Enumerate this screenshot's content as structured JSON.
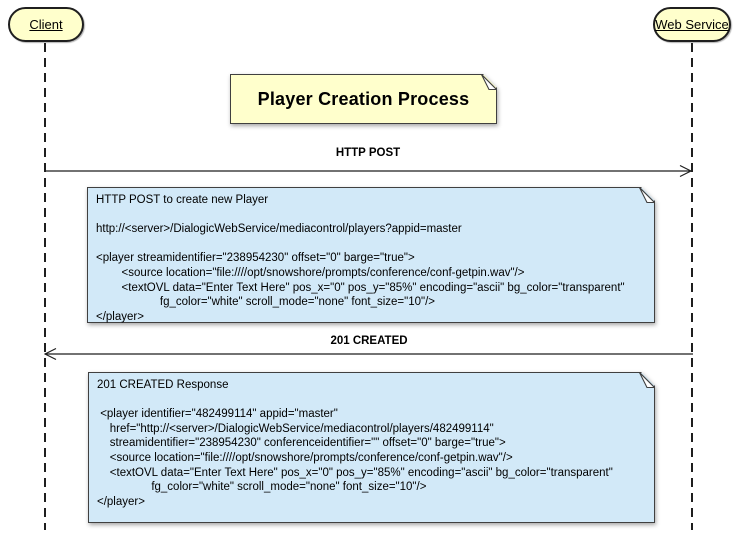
{
  "diagram": {
    "title": "Player Creation Process",
    "actors": [
      {
        "name": "Client"
      },
      {
        "name": "Web Service"
      }
    ],
    "messages": [
      {
        "label": "HTTP POST",
        "from": "Client",
        "to": "Web Service",
        "direction": "right"
      },
      {
        "label": "201 CREATED",
        "from": "Web Service",
        "to": "Client",
        "direction": "left"
      }
    ],
    "notes": [
      {
        "lines": [
          "HTTP POST to create new Player",
          "",
          "http://<server>/DialogicWebService/mediacontrol/players?appid=master",
          "",
          "<player streamidentifier=\"238954230\" offset=\"0\" barge=\"true\">",
          "        <source location=\"file:////opt/snowshore/prompts/conference/conf-getpin.wav\"/>",
          "        <textOVL data=\"Enter Text Here\" pos_x=\"0\" pos_y=\"85%\" encoding=\"ascii\" bg_color=\"transparent\"",
          "                    fg_color=\"white\" scroll_mode=\"none\" font_size=\"10\"/>",
          "</player>"
        ]
      },
      {
        "lines": [
          "201 CREATED Response",
          "",
          " <player identifier=\"482499114\" appid=\"master\"",
          "    href=\"http://<server>/DialogicWebService/mediacontrol/players/482499114\"",
          "    streamidentifier=\"238954230\" conferenceidentifier=\"\" offset=\"0\" barge=\"true\">",
          "    <source location=\"file:////opt/snowshore/prompts/conference/conf-getpin.wav\"/>",
          "    <textOVL data=\"Enter Text Here\" pos_x=\"0\" pos_y=\"85%\" encoding=\"ascii\" bg_color=\"transparent\"",
          "                 fg_color=\"white\" scroll_mode=\"none\" font_size=\"10\"/>",
          "</player>"
        ]
      }
    ],
    "colors": {
      "actor_fill": "#FFFFCC",
      "title_note_fill": "#FFFFCC",
      "content_note_fill": "#D2E9F8",
      "border": "#404040",
      "line": "#1f1f1f"
    }
  }
}
